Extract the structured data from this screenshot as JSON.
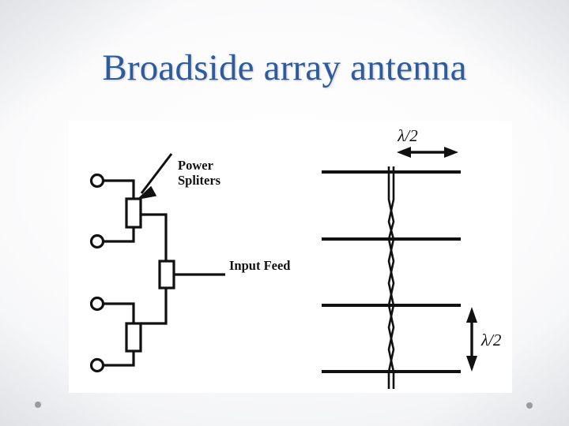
{
  "slide": {
    "title": "Broadside array antenna",
    "title_color": "#2e5b9a",
    "background_color": "#f1f2f4",
    "panel_background": "#ffffff"
  },
  "figure": {
    "name": "broadside-array-antenna-diagram",
    "stroke_color": "#111111",
    "left_diagram": {
      "name": "corporate-feed-network",
      "labels": {
        "power_splitters_line1": "Power",
        "power_splitters_line2": "Spliters",
        "input_feed": "Input Feed"
      },
      "element_count": 4,
      "splitter_count": 3
    },
    "right_diagram": {
      "name": "collinear-dipole-array",
      "dipole_count": 4,
      "labels": {
        "horizontal_spacing": "λ/2",
        "vertical_spacing": "λ/2"
      }
    }
  },
  "decorations": {
    "dot_left": "theme-dot-left",
    "dot_right": "theme-dot-right"
  }
}
